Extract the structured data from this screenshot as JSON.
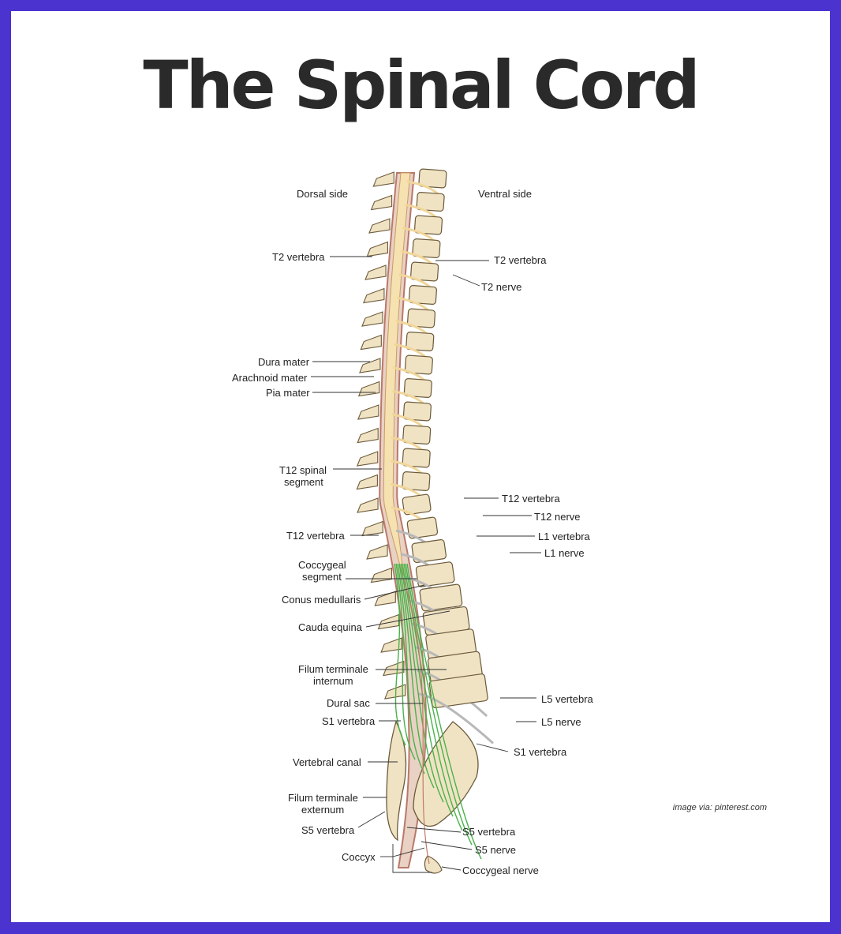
{
  "title": "The Spinal Cord",
  "credit": "image via: pinterest.com",
  "colors": {
    "frame": "#4a33cf",
    "bone": "#f0e3c4",
    "bone_edge": "#6b5a3a",
    "dura": "#b9786a",
    "cord": "#f6e1b0",
    "nerve_yellow": "#f1d69a",
    "nerve_gray": "#b8b8b8",
    "nerve_green": "#49b24a"
  },
  "labels": {
    "dorsal_side": "Dorsal side",
    "ventral_side": "Ventral side",
    "t2_vertebra_dorsal": "T2 vertebra",
    "t2_vertebra_ventral": "T2 vertebra",
    "t2_nerve": "T2 nerve",
    "dura_mater": "Dura mater",
    "arachnoid_mater": "Arachnoid mater",
    "pia_mater": "Pia mater",
    "t12_spinal_segment_1": "T12 spinal",
    "t12_spinal_segment_2": "segment",
    "t12_vertebra_dorsal": "T12 vertebra",
    "t12_vertebra_ventral": "T12 vertebra",
    "t12_nerve": "T12 nerve",
    "l1_vertebra": "L1 vertebra",
    "l1_nerve": "L1 nerve",
    "coccygeal_segment_1": "Coccygeal",
    "coccygeal_segment_2": "segment",
    "conus_medullaris": "Conus medullaris",
    "cauda_equina": "Cauda equina",
    "filum_internum_1": "Filum terminale",
    "filum_internum_2": "internum",
    "dural_sac": "Dural sac",
    "s1_vertebra_dorsal": "S1 vertebra",
    "l5_vertebra": "L5 vertebra",
    "l5_nerve": "L5 nerve",
    "s1_vertebra_ventral": "S1 vertebra",
    "vertebral_canal": "Vertebral canal",
    "filum_externum_1": "Filum terminale",
    "filum_externum_2": "externum",
    "s5_vertebra_dorsal": "S5 vertebra",
    "s5_vertebra_ventral": "S5 vertebra",
    "s5_nerve": "S5 nerve",
    "coccyx": "Coccyx",
    "coccygeal_nerve": "Coccygeal nerve"
  }
}
